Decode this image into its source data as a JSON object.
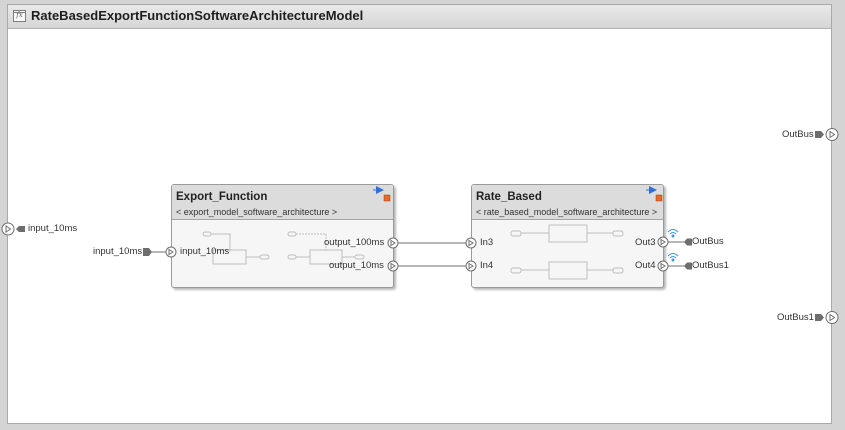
{
  "model": {
    "title": "RateBasedExportFunctionSoftwareArchitectureModel",
    "title_icon": "function-icon"
  },
  "components": {
    "export_function": {
      "name": "Export_Function",
      "reference": "< export_model_software_architecture >",
      "inputs": [
        "input_10ms"
      ],
      "outputs": [
        "output_100ms",
        "output_10ms"
      ]
    },
    "rate_based": {
      "name": "Rate_Based",
      "reference": "< rate_based_model_software_architecture >",
      "inputs": [
        "In3",
        "In4"
      ],
      "outputs": [
        "Out3",
        "Out4"
      ]
    }
  },
  "root_ports": {
    "inport": "input_10ms",
    "outport_outbus": "OutBus",
    "outport_outbus1": "OutBus1"
  },
  "connectors": {
    "input_10ms": "input_10ms",
    "outbus": "OutBus",
    "outbus1": "OutBus1"
  },
  "colors": {
    "canvas": "#ffffff",
    "component_header": "#dcdcdc",
    "component_body": "#f6f6f6",
    "line": "#6e6e6e",
    "badge_blue": "#2f6fd8",
    "badge_orange": "#e8672a",
    "signal_icon": "#4a90d9"
  }
}
